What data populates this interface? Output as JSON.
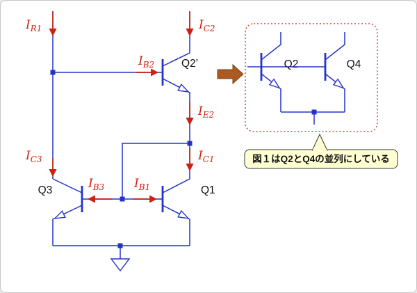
{
  "colors": {
    "wire": "#2433c8",
    "current": "#cc2211",
    "inset_border": "#cc4433",
    "callout_bg": "#ffffd2",
    "flow_arrow": "#aa5a22"
  },
  "main_circuit": {
    "transistor_labels": {
      "q3": "Q3",
      "q1": "Q1",
      "q2prime": "Q2’"
    },
    "current_labels": {
      "ir1": {
        "main": "I",
        "sub": "R1"
      },
      "ic2": {
        "main": "I",
        "sub": "C2"
      },
      "ib2": {
        "main": "I",
        "sub": "B2"
      },
      "ie2": {
        "main": "I",
        "sub": "E2"
      },
      "ic1": {
        "main": "I",
        "sub": "C1"
      },
      "ic3": {
        "main": "I",
        "sub": "C3"
      },
      "ib3": {
        "main": "I",
        "sub": "B3"
      },
      "ib1": {
        "main": "I",
        "sub": "B1"
      }
    }
  },
  "inset": {
    "transistor_labels": {
      "q2": "Q2",
      "q4": "Q4"
    },
    "callout_text": "図１はQ2とQ4の並列にしている"
  }
}
